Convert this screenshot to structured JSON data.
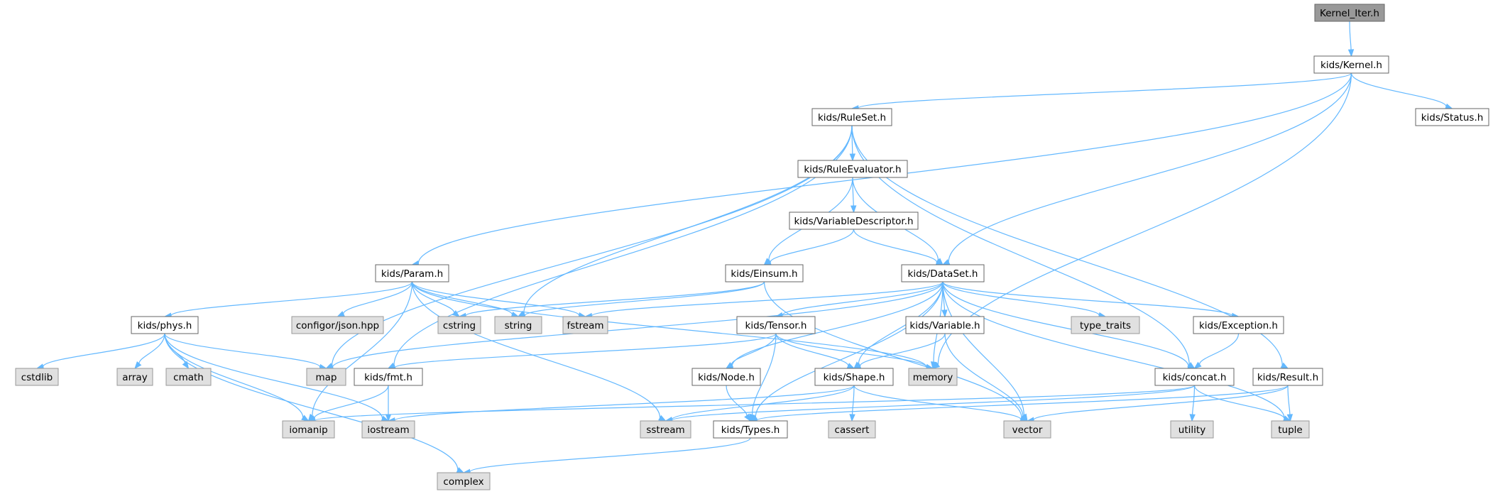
{
  "colors": {
    "focus_fill": "#999999",
    "focus_border": "#666666",
    "file_fill": "#ffffff",
    "file_border": "#666666",
    "system_fill": "#e0e0e0",
    "system_border": "#999999",
    "edge": "#63b8ff"
  },
  "nodes": [
    {
      "id": "kernel_iter",
      "label": "Kernel_Iter.h",
      "kind": "focus"
    },
    {
      "id": "kernel",
      "label": "kids/Kernel.h",
      "kind": "file"
    },
    {
      "id": "ruleset",
      "label": "kids/RuleSet.h",
      "kind": "file"
    },
    {
      "id": "status",
      "label": "kids/Status.h",
      "kind": "file"
    },
    {
      "id": "ruleeval",
      "label": "kids/RuleEvaluator.h",
      "kind": "file"
    },
    {
      "id": "vardesc",
      "label": "kids/VariableDescriptor.h",
      "kind": "file"
    },
    {
      "id": "param",
      "label": "kids/Param.h",
      "kind": "file"
    },
    {
      "id": "einsum",
      "label": "kids/Einsum.h",
      "kind": "file"
    },
    {
      "id": "dataset",
      "label": "kids/DataSet.h",
      "kind": "file"
    },
    {
      "id": "phys",
      "label": "kids/phys.h",
      "kind": "file"
    },
    {
      "id": "configor",
      "label": "configor/json.hpp",
      "kind": "system"
    },
    {
      "id": "cstring",
      "label": "cstring",
      "kind": "system"
    },
    {
      "id": "string",
      "label": "string",
      "kind": "system"
    },
    {
      "id": "fstream",
      "label": "fstream",
      "kind": "system"
    },
    {
      "id": "type_traits",
      "label": "type_traits",
      "kind": "system"
    },
    {
      "id": "tensor",
      "label": "kids/Tensor.h",
      "kind": "file"
    },
    {
      "id": "variable",
      "label": "kids/Variable.h",
      "kind": "file"
    },
    {
      "id": "exception",
      "label": "kids/Exception.h",
      "kind": "file"
    },
    {
      "id": "cstdlib",
      "label": "cstdlib",
      "kind": "system"
    },
    {
      "id": "array",
      "label": "array",
      "kind": "system"
    },
    {
      "id": "cmath",
      "label": "cmath",
      "kind": "system"
    },
    {
      "id": "map",
      "label": "map",
      "kind": "system"
    },
    {
      "id": "fmt",
      "label": "kids/fmt.h",
      "kind": "file"
    },
    {
      "id": "node",
      "label": "kids/Node.h",
      "kind": "file"
    },
    {
      "id": "shape",
      "label": "kids/Shape.h",
      "kind": "file"
    },
    {
      "id": "memory",
      "label": "memory",
      "kind": "system"
    },
    {
      "id": "concat",
      "label": "kids/concat.h",
      "kind": "file"
    },
    {
      "id": "result",
      "label": "kids/Result.h",
      "kind": "file"
    },
    {
      "id": "iomanip",
      "label": "iomanip",
      "kind": "system"
    },
    {
      "id": "iostream",
      "label": "iostream",
      "kind": "system"
    },
    {
      "id": "sstream",
      "label": "sstream",
      "kind": "system"
    },
    {
      "id": "types",
      "label": "kids/Types.h",
      "kind": "file"
    },
    {
      "id": "cassert",
      "label": "cassert",
      "kind": "system"
    },
    {
      "id": "vector",
      "label": "vector",
      "kind": "system"
    },
    {
      "id": "utility",
      "label": "utility",
      "kind": "system"
    },
    {
      "id": "tuple",
      "label": "tuple",
      "kind": "system"
    },
    {
      "id": "complex",
      "label": "complex",
      "kind": "system"
    }
  ],
  "edges": [
    [
      "kernel_iter",
      "kernel"
    ],
    [
      "kernel",
      "ruleset"
    ],
    [
      "kernel",
      "status"
    ],
    [
      "kernel",
      "param"
    ],
    [
      "kernel",
      "dataset"
    ],
    [
      "kernel",
      "memory"
    ],
    [
      "ruleset",
      "ruleeval"
    ],
    [
      "ruleset",
      "string"
    ],
    [
      "ruleset",
      "fmt"
    ],
    [
      "ruleset",
      "map"
    ],
    [
      "ruleset",
      "concat"
    ],
    [
      "ruleset",
      "result"
    ],
    [
      "ruleeval",
      "vardesc"
    ],
    [
      "ruleeval",
      "einsum"
    ],
    [
      "ruleeval",
      "dataset"
    ],
    [
      "vardesc",
      "einsum"
    ],
    [
      "vardesc",
      "dataset"
    ],
    [
      "param",
      "phys"
    ],
    [
      "param",
      "configor"
    ],
    [
      "param",
      "cstring"
    ],
    [
      "param",
      "string"
    ],
    [
      "param",
      "fstream"
    ],
    [
      "param",
      "memory"
    ],
    [
      "param",
      "iomanip"
    ],
    [
      "param",
      "sstream"
    ],
    [
      "einsum",
      "cstring"
    ],
    [
      "einsum",
      "string"
    ],
    [
      "einsum",
      "vector"
    ],
    [
      "dataset",
      "fstream"
    ],
    [
      "dataset",
      "type_traits"
    ],
    [
      "dataset",
      "tensor"
    ],
    [
      "dataset",
      "variable"
    ],
    [
      "dataset",
      "exception"
    ],
    [
      "dataset",
      "node"
    ],
    [
      "dataset",
      "shape"
    ],
    [
      "dataset",
      "memory"
    ],
    [
      "dataset",
      "concat"
    ],
    [
      "dataset",
      "map"
    ],
    [
      "dataset",
      "types"
    ],
    [
      "dataset",
      "vector"
    ],
    [
      "dataset",
      "tuple"
    ],
    [
      "phys",
      "cstdlib"
    ],
    [
      "phys",
      "array"
    ],
    [
      "phys",
      "cmath"
    ],
    [
      "phys",
      "map"
    ],
    [
      "phys",
      "iomanip"
    ],
    [
      "phys",
      "iostream"
    ],
    [
      "phys",
      "complex"
    ],
    [
      "tensor",
      "fmt"
    ],
    [
      "tensor",
      "node"
    ],
    [
      "tensor",
      "shape"
    ],
    [
      "tensor",
      "memory"
    ],
    [
      "tensor",
      "types"
    ],
    [
      "variable",
      "shape"
    ],
    [
      "variable",
      "vector"
    ],
    [
      "exception",
      "concat"
    ],
    [
      "fmt",
      "iomanip"
    ],
    [
      "fmt",
      "iostream"
    ],
    [
      "node",
      "types"
    ],
    [
      "shape",
      "iostream"
    ],
    [
      "shape",
      "sstream"
    ],
    [
      "shape",
      "cassert"
    ],
    [
      "shape",
      "vector"
    ],
    [
      "concat",
      "iomanip"
    ],
    [
      "concat",
      "sstream"
    ],
    [
      "concat",
      "utility"
    ],
    [
      "concat",
      "tuple"
    ],
    [
      "result",
      "types"
    ],
    [
      "result",
      "vector"
    ],
    [
      "result",
      "tuple"
    ],
    [
      "types",
      "complex"
    ]
  ]
}
